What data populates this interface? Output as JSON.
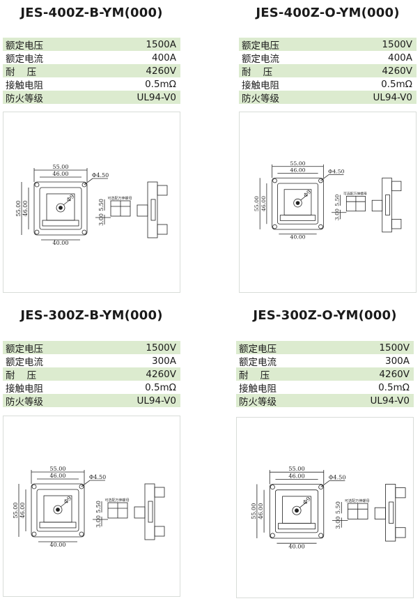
{
  "products": [
    {
      "title": "JES-400Z-B-YM(000)",
      "specs": [
        {
          "label": "额定电压",
          "value": "1500A"
        },
        {
          "label": "额定电流",
          "value": "400A"
        },
        {
          "label": "耐    压",
          "value": "4260V"
        },
        {
          "label": "接触电阻",
          "value": "0.5mΩ"
        },
        {
          "label": "防火等级",
          "value": "UL94-V0"
        }
      ]
    },
    {
      "title": "JES-400Z-O-YM(000)",
      "specs": [
        {
          "label": "额定电压",
          "value": "1500V"
        },
        {
          "label": "额定电流",
          "value": "400A"
        },
        {
          "label": "耐    压",
          "value": "4260V"
        },
        {
          "label": "接触电阻",
          "value": "0.5mΩ"
        },
        {
          "label": "防火等级",
          "value": "UL94-V0"
        }
      ]
    },
    {
      "title": "JES-300Z-B-YM(000)",
      "specs": [
        {
          "label": "额定电压",
          "value": "1500V"
        },
        {
          "label": "额定电流",
          "value": "300A"
        },
        {
          "label": "耐    压",
          "value": "4260V"
        },
        {
          "label": "接触电阻",
          "value": "0.5mΩ"
        },
        {
          "label": "防火等级",
          "value": "UL94-V0"
        }
      ]
    },
    {
      "title": "JES-300Z-O-YM(000)",
      "specs": [
        {
          "label": "额定电压",
          "value": "1500V"
        },
        {
          "label": "额定电流",
          "value": "300A"
        },
        {
          "label": "耐    压",
          "value": "4260V"
        },
        {
          "label": "接触电阻",
          "value": "0.5mΩ"
        },
        {
          "label": "防火等级",
          "value": "UL94-V0"
        }
      ]
    }
  ],
  "dimensions": {
    "overall_width": "55.00",
    "inner_width": "46.00",
    "bottom_width": "40.00",
    "overall_height": "55.00",
    "inner_height": "46.00",
    "hole_diameter": "Φ4.50",
    "center_hole": "Φ9",
    "side_height": "5.50",
    "side_small": "3.00",
    "side_note": "可选配万伸螺母"
  },
  "colors": {
    "row_shade": "#dcebcf",
    "box_border": "#d8dcd8"
  }
}
